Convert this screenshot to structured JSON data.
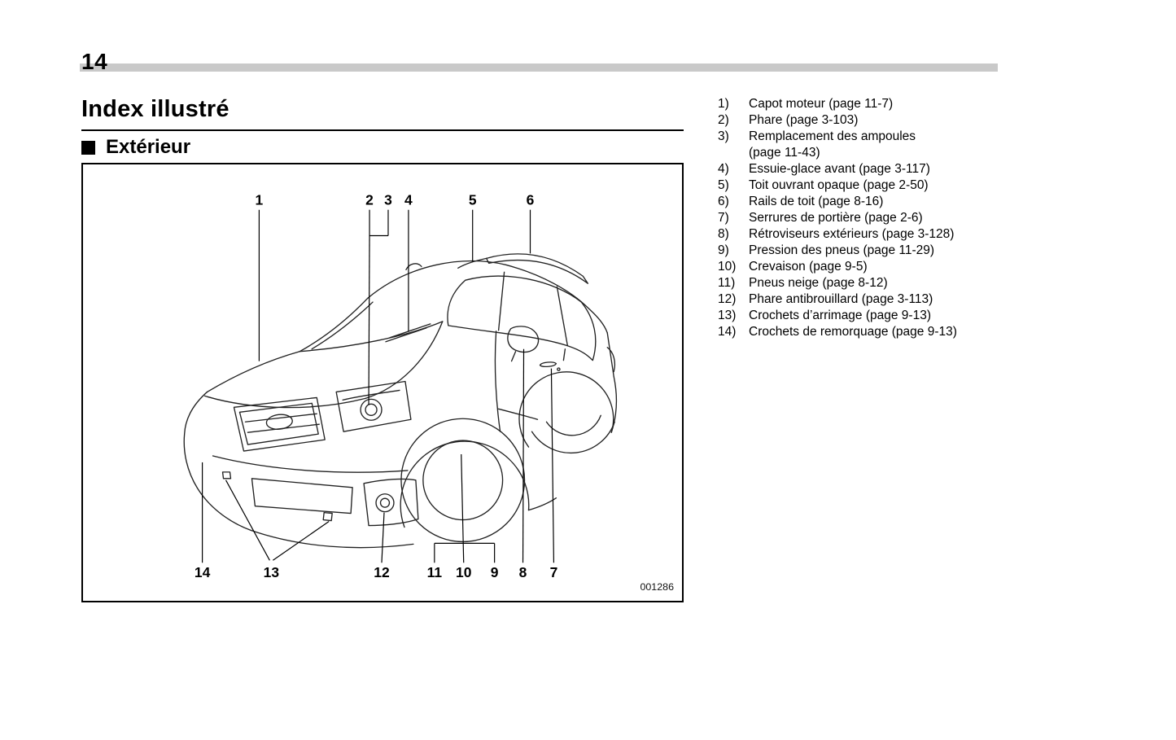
{
  "page": {
    "number": "14",
    "title": "Index illustré",
    "section": "Extérieur"
  },
  "figure": {
    "code": "001286",
    "callouts_top": [
      "1",
      "2",
      "3",
      "4",
      "5",
      "6"
    ],
    "callouts_bottom": [
      "14",
      "13",
      "12",
      "11",
      "10",
      "9",
      "8",
      "7"
    ]
  },
  "index": {
    "items": [
      {
        "num": "1)",
        "label": "Capot moteur (page 11-7)"
      },
      {
        "num": "2)",
        "label": "Phare (page 3-103)"
      },
      {
        "num": "3)",
        "label": "Remplacement des ampoules",
        "label2": "(page 11-43)"
      },
      {
        "num": "4)",
        "label": "Essuie-glace avant (page 3-117)"
      },
      {
        "num": "5)",
        "label": "Toit ouvrant opaque (page 2-50)"
      },
      {
        "num": "6)",
        "label": "Rails de toit (page 8-16)"
      },
      {
        "num": "7)",
        "label": "Serrures de portière (page 2-6)"
      },
      {
        "num": "8)",
        "label": "Rétroviseurs extérieurs (page 3-128)"
      },
      {
        "num": "9)",
        "label": "Pression des pneus (page 11-29)"
      },
      {
        "num": "10)",
        "label": "Crevaison (page 9-5)"
      },
      {
        "num": "11)",
        "label": "Pneus neige (page 8-12)"
      },
      {
        "num": "12)",
        "label": "Phare antibrouillard (page 3-113)"
      },
      {
        "num": "13)",
        "label": "Crochets d’arrimage (page 9-13)"
      },
      {
        "num": "14)",
        "label": "Crochets de remorquage (page 9-13)"
      }
    ]
  }
}
